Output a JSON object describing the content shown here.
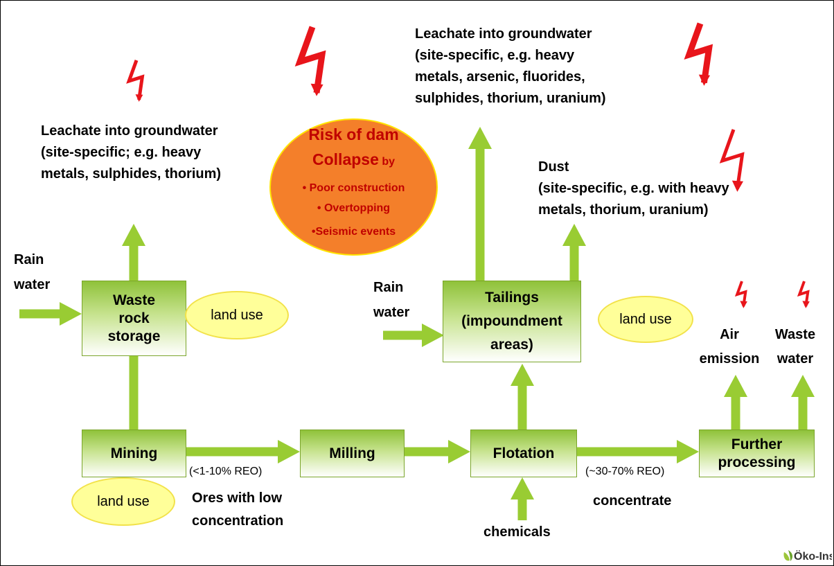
{
  "boxes": {
    "mining": [
      "Mining"
    ],
    "milling": [
      "Milling"
    ],
    "flotation": [
      "Flotation"
    ],
    "further": [
      "Further",
      "processing"
    ],
    "waste_rock": [
      "Waste",
      "rock",
      "storage"
    ],
    "tailings": [
      "Tailings",
      "(impoundment",
      "areas)"
    ]
  },
  "labels": {
    "leachate_left": [
      "Leachate into groundwater",
      "(site-specific; e.g. heavy",
      "metals, sulphides, thorium)"
    ],
    "leachate_top": [
      "Leachate into groundwater",
      "(site-specific, e.g. heavy",
      "metals, arsenic, fluorides,",
      "sulphides, thorium, uranium)"
    ],
    "dust": [
      "Dust",
      "(site-specific, e.g. with heavy",
      "metals, thorium, uranium)"
    ],
    "rain_left": [
      "Rain",
      "water"
    ],
    "rain_mid": [
      "Rain",
      "water"
    ],
    "air_emission": [
      "Air",
      "emission"
    ],
    "waste_water": [
      "Waste",
      "water"
    ],
    "ores": [
      "Ores with low",
      "concentration"
    ],
    "concentrate": "concentrate",
    "chemicals": "chemicals",
    "reo_low": "(<1-10% REO)",
    "reo_high": "(~30-70% REO)"
  },
  "land_use": "land use",
  "risk": {
    "title_line1": "Risk of dam",
    "title_line2_bold": "Collapse",
    "title_line2_small": " by",
    "bullets": [
      "• Poor construction",
      "• Overtopping",
      "•Seismic events"
    ]
  },
  "logo": "Öko-Institut e.V.",
  "colors": {
    "arrow": "#99cc33",
    "lightning": "#e8151b",
    "risk_fill": "#f47f2a",
    "risk_text": "#c00000",
    "ellipse_fill": "#ffff99"
  }
}
